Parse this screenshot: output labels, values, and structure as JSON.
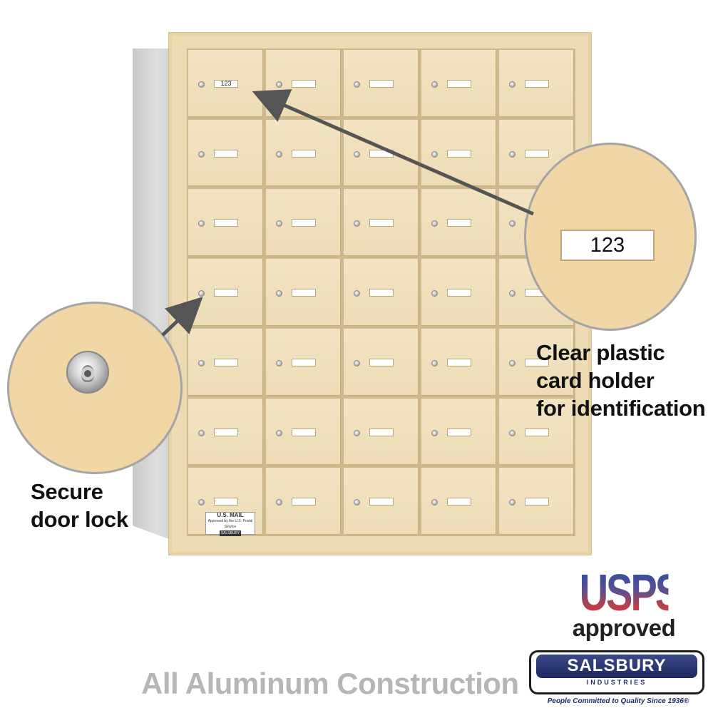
{
  "mailbox": {
    "rows": 7,
    "cols": 5,
    "sample_card_number": "123",
    "usmail_label": {
      "title": "U.S. MAIL",
      "line2": "Approved by the U.S. Postal Service",
      "brand": "SALSBURY"
    }
  },
  "callouts": {
    "lock": {
      "caption_line1": "Secure",
      "caption_line2": "door lock"
    },
    "card": {
      "number": "123",
      "caption_line1": "Clear plastic",
      "caption_line2": "card holder",
      "caption_line3": "for identification"
    }
  },
  "footer": {
    "construction": "All Aluminum Construction",
    "usps_logo": "USPS",
    "usps_approved": "approved",
    "salsbury_name": "SALSBURY",
    "salsbury_sub": "INDUSTRIES",
    "salsbury_tagline": "People Committed to Quality Since 1936"
  },
  "colors": {
    "door": "#efdfbc",
    "frame": "#ecdbb3",
    "callout_fill": "#f1d6a6",
    "callout_border": "#a5a5a5",
    "arrow": "#555555",
    "usps_blue": "#2a4fa0",
    "usps_red": "#d63a3a",
    "salsbury_navy": "#1e2a5e"
  },
  "icons": [
    "lock-icon",
    "arrow-icon"
  ]
}
